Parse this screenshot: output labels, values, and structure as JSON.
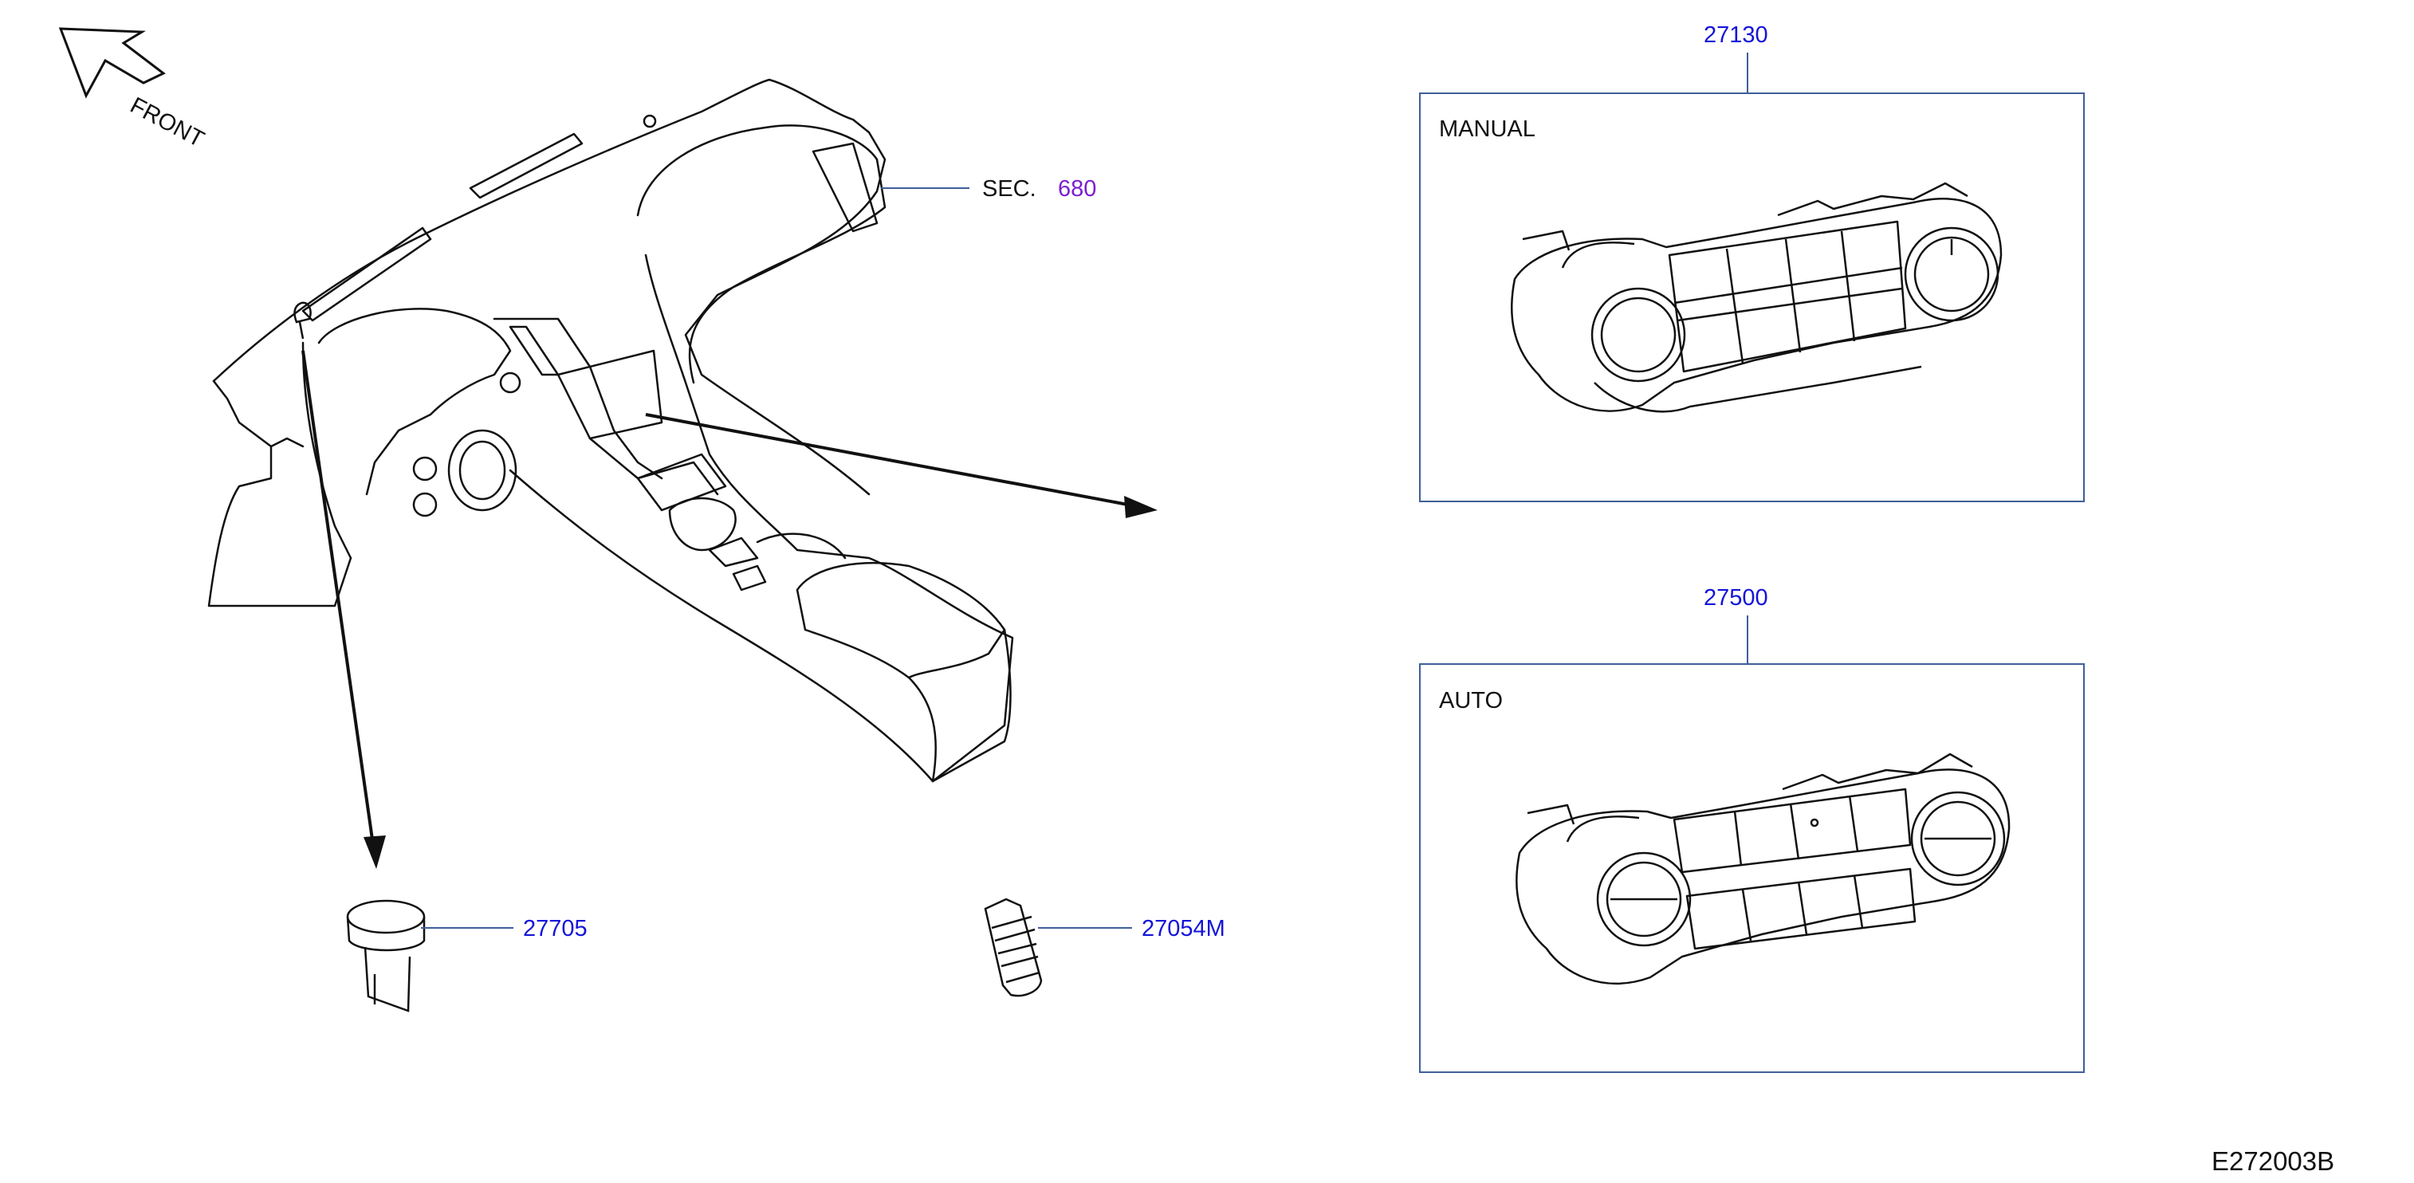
{
  "orientation": {
    "label": "FRONT"
  },
  "section_ref": {
    "prefix": "SEC.",
    "number": "680"
  },
  "callouts": {
    "manual_unit": "27130",
    "auto_unit": "27500",
    "clip": "27705",
    "sensor": "27054M"
  },
  "boxes": {
    "manual": {
      "title": "MANUAL"
    },
    "auto": {
      "title": "AUTO"
    }
  },
  "diagram_code": "E272003B",
  "colors": {
    "line": "#111111",
    "callout_blue": "#1414d8",
    "section_purple": "#7a1fd0",
    "leader": "#3f5f99"
  }
}
